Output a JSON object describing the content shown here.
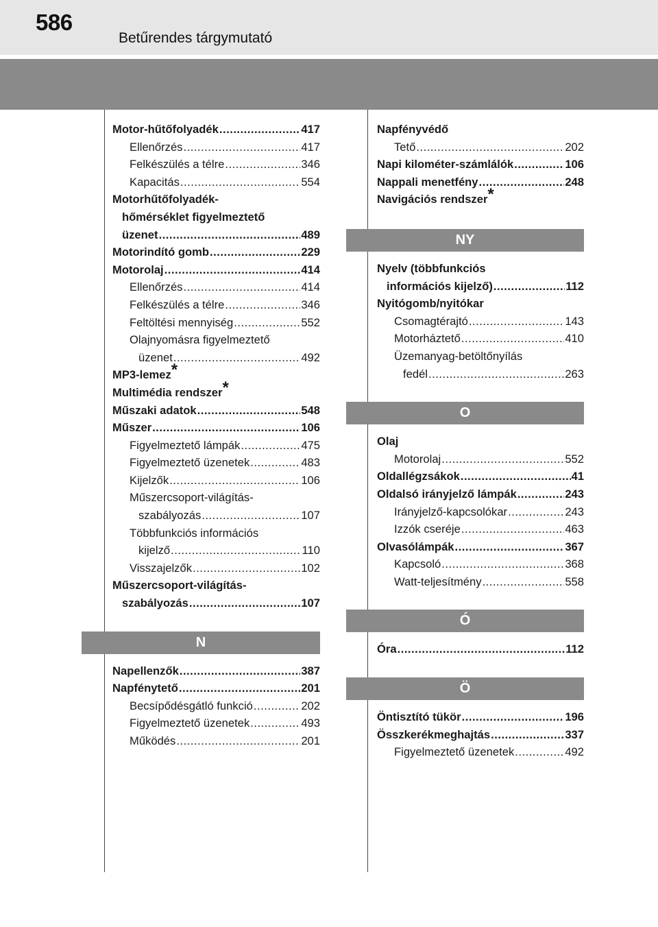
{
  "header": {
    "page_number": "586",
    "title": "Betűrendes tárgymutató"
  },
  "left_column": {
    "entries": [
      {
        "label": "Motor-hűtőfolyadék",
        "page": "417",
        "style": "main"
      },
      {
        "label": "Ellenőrzés",
        "page": "417",
        "style": "l1"
      },
      {
        "label": "Felkészülés a télre",
        "page": "346",
        "style": "l1"
      },
      {
        "label": "Kapacitás",
        "page": "554",
        "style": "l1"
      },
      {
        "label": "Motorhűtőfolyadék-",
        "page": "",
        "style": "main-lead"
      },
      {
        "label": "hőmérséklet figyelmeztető",
        "page": "",
        "style": "main-lead-cont"
      },
      {
        "label": "üzenet",
        "page": "489",
        "style": "main-cont"
      },
      {
        "label": "Motorindító gomb",
        "page": "229",
        "style": "main"
      },
      {
        "label": "Motorolaj",
        "page": "414",
        "style": "main"
      },
      {
        "label": "Ellenőrzés",
        "page": "414",
        "style": "l1"
      },
      {
        "label": "Felkészülés a télre",
        "page": "346",
        "style": "l1"
      },
      {
        "label": "Feltöltési mennyiség",
        "page": "552",
        "style": "l1"
      },
      {
        "label": "Olajnyomásra figyelmeztető",
        "page": "",
        "style": "l1-lead"
      },
      {
        "label": "üzenet",
        "page": "492",
        "style": "l2"
      },
      {
        "label": "MP3-lemez",
        "page": "",
        "style": "main-star"
      },
      {
        "label": "Multimédia rendszer",
        "page": "",
        "style": "main-star"
      },
      {
        "label": "Műszaki adatok",
        "page": "548",
        "style": "main"
      },
      {
        "label": "Műszer",
        "page": "106",
        "style": "main"
      },
      {
        "label": "Figyelmeztető lámpák",
        "page": "475",
        "style": "l1"
      },
      {
        "label": "Figyelmeztető üzenetek",
        "page": "483",
        "style": "l1"
      },
      {
        "label": "Kijelzők",
        "page": "106",
        "style": "l1"
      },
      {
        "label": "Műszercsoport-világítás-",
        "page": "",
        "style": "l1-lead"
      },
      {
        "label": "szabályozás",
        "page": "107",
        "style": "l2"
      },
      {
        "label": "Többfunkciós információs",
        "page": "",
        "style": "l1-lead"
      },
      {
        "label": "kijelző",
        "page": "110",
        "style": "l2"
      },
      {
        "label": "Visszajelzők",
        "page": "102",
        "style": "l1"
      },
      {
        "label": "Műszercsoport-világítás-",
        "page": "",
        "style": "main-lead"
      },
      {
        "label": "szabályozás",
        "page": "107",
        "style": "main-cont"
      }
    ],
    "section_n": {
      "heading": "N",
      "entries": [
        {
          "label": "Napellenzők",
          "page": "387",
          "style": "main"
        },
        {
          "label": "Napfénytető",
          "page": "201",
          "style": "main"
        },
        {
          "label": "Becsípődésgátló funkció",
          "page": "202",
          "style": "l1"
        },
        {
          "label": "Figyelmeztető üzenetek",
          "page": "493",
          "style": "l1"
        },
        {
          "label": "Működés",
          "page": "201",
          "style": "l1"
        }
      ]
    }
  },
  "right_column": {
    "entries": [
      {
        "label": "Napfényvédő",
        "page": "",
        "style": "main-lead"
      },
      {
        "label": "Tető",
        "page": "202",
        "style": "l1"
      },
      {
        "label": "Napi kilométer-számlálók",
        "page": "106",
        "style": "main"
      },
      {
        "label": "Nappali menetfény",
        "page": "248",
        "style": "main"
      },
      {
        "label": "Navigációs rendszer",
        "page": "",
        "style": "main-star"
      }
    ],
    "section_ny": {
      "heading": "NY",
      "entries": [
        {
          "label": "Nyelv (többfunkciós",
          "page": "",
          "style": "main-lead"
        },
        {
          "label": "információs kijelző)",
          "page": "112",
          "style": "main-cont"
        },
        {
          "label": "Nyitógomb/nyitókar",
          "page": "",
          "style": "main-lead"
        },
        {
          "label": "Csomagtérajtó",
          "page": "143",
          "style": "l1"
        },
        {
          "label": "Motorháztető",
          "page": "410",
          "style": "l1"
        },
        {
          "label": "Üzemanyag-betöltőnyílás",
          "page": "",
          "style": "l1-lead"
        },
        {
          "label": "fedél",
          "page": "263",
          "style": "l2"
        }
      ]
    },
    "section_o": {
      "heading": "O",
      "entries": [
        {
          "label": "Olaj",
          "page": "",
          "style": "main-lead"
        },
        {
          "label": "Motorolaj",
          "page": "552",
          "style": "l1"
        },
        {
          "label": "Oldallégzsákok",
          "page": "41",
          "style": "main"
        },
        {
          "label": "Oldalsó irányjelző lámpák",
          "page": "243",
          "style": "main"
        },
        {
          "label": "Irányjelző-kapcsolókar",
          "page": "243",
          "style": "l1"
        },
        {
          "label": "Izzók cseréje",
          "page": "463",
          "style": "l1"
        },
        {
          "label": "Olvasólámpák",
          "page": "367",
          "style": "main"
        },
        {
          "label": "Kapcsoló",
          "page": "368",
          "style": "l1"
        },
        {
          "label": "Watt-teljesítmény",
          "page": "558",
          "style": "l1"
        }
      ]
    },
    "section_o_acute": {
      "heading": "Ó",
      "entries": [
        {
          "label": "Óra",
          "page": "112",
          "style": "main"
        }
      ]
    },
    "section_o_umlaut": {
      "heading": "Ö",
      "entries": [
        {
          "label": "Öntisztító tükör",
          "page": "196",
          "style": "main"
        },
        {
          "label": "Összkerékmeghajtás",
          "page": "337",
          "style": "main"
        },
        {
          "label": "Figyelmeztető üzenetek",
          "page": "492",
          "style": "l1"
        }
      ]
    }
  },
  "star_symbol": "*",
  "colors": {
    "header_top": "#e6e6e6",
    "header_band": "#8a8a8a",
    "section_bar": "#8a8a8a",
    "section_text": "#ffffff"
  }
}
